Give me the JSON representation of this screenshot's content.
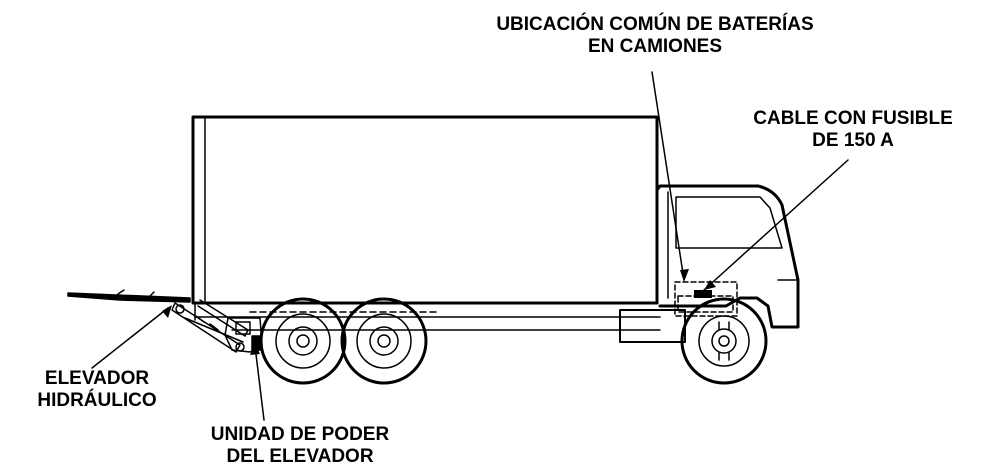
{
  "labels": {
    "battery_location": [
      "UBICACIÓN COMÚN DE BATERÍAS",
      "EN CAMIONES"
    ],
    "fused_cable": [
      "CABLE CON FUSIBLE",
      "DE 150 A"
    ],
    "hydraulic_lift": [
      "ELEVADOR",
      "HIDRÁULICO"
    ],
    "lift_power_unit": [
      "UNIDAD DE PODER",
      "DEL ELEVADOR"
    ]
  },
  "colors": {
    "line": "#000000",
    "background": "#ffffff"
  }
}
